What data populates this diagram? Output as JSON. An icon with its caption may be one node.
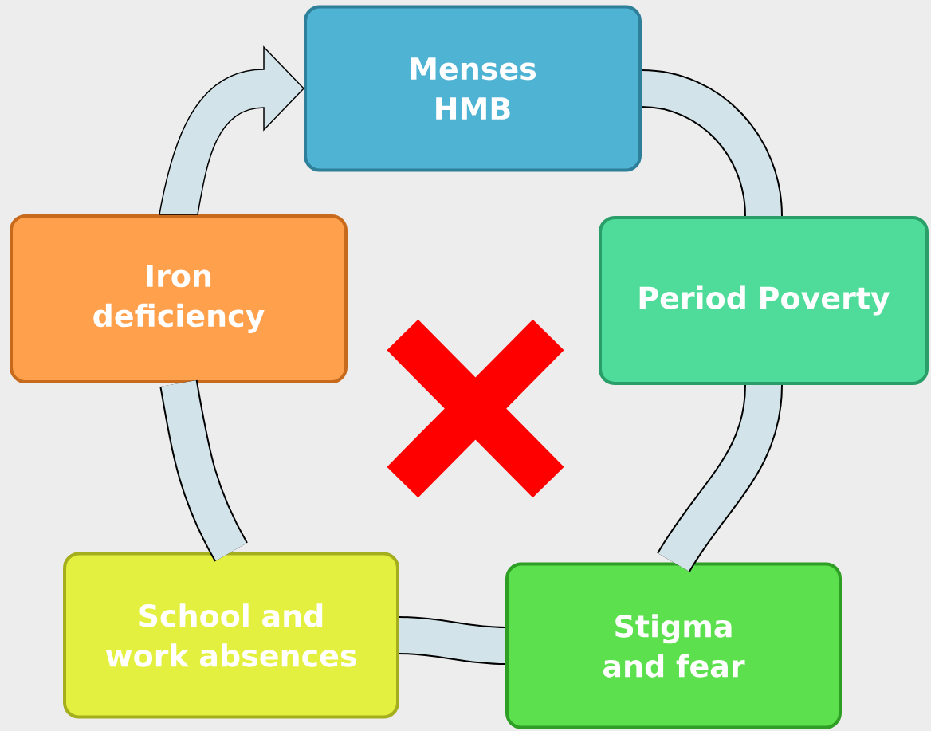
{
  "diagram": {
    "nodes": [
      {
        "text": [
          "Menses HMB"
        ]
      },
      {
        "text": [
          "Period Poverty"
        ]
      },
      {
        "text": [
          "Stigma and fear"
        ]
      },
      {
        "text": [
          "School and work absences"
        ]
      },
      {
        "text": [
          "Iron deficiency"
        ]
      }
    ],
    "edges": [
      {
        "from": 0,
        "to": 1,
        "arrow": "none"
      },
      {
        "from": 1,
        "to": 2,
        "arrow": "none"
      },
      {
        "from": 2,
        "to": 3,
        "arrow": "none"
      },
      {
        "from": 3,
        "to": 4,
        "arrow": "none"
      },
      {
        "from": 4,
        "to": 0,
        "arrow": "to"
      }
    ]
  }
}
